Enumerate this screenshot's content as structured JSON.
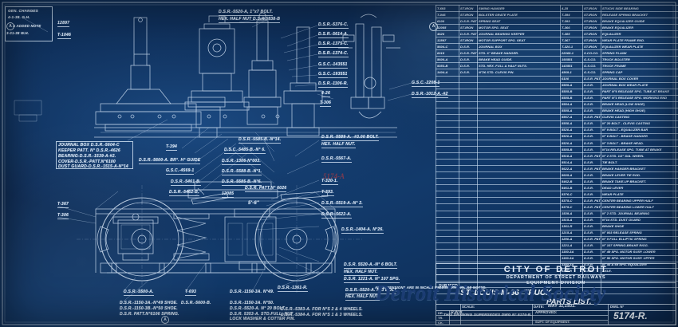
{
  "sheet": {
    "revision_block": [
      "GEN. CHANGES",
      "4-1-38. G.H.",
      "A ADDED NOTE",
      "3-31-38  W.H."
    ],
    "top_left_refs": [
      "12897",
      "T-1046"
    ],
    "circle_marks": [
      "A",
      "A",
      "A"
    ],
    "red_annotation": "5174-A",
    "watermark": "Detroit Historical Society"
  },
  "callouts": {
    "top_center": [
      "D.S.R.-5520-A, 1\"x7 BOLT.",
      "HEX. HALF NUT D.S.R.5538-B"
    ],
    "upper_right_column": [
      "D.S.R.-5376-C.",
      "D.S.R.-5614-A.",
      "D.S.R.-1375-C.",
      "D.S.R.-1374-C.",
      "G.S.C.-143551",
      "G.S.C.-193551",
      "D.S.R.-1106-R.",
      "4-26",
      "T-306"
    ],
    "right_of_view": [
      "G.S.C.-2208-1",
      "D.S.R.-1012-A.-#2"
    ],
    "journal_box_note": [
      "JOURNAL BOX  D.S.R.-5604-C",
      "KEEPER PATT. N° D.S.R.-4626",
      "BEARING-D.S.R.-1539-A-#2.",
      "COVER-D.S.R.-PATT.N°6100",
      "DUST GUARD-D.S.R.-1515-A-N°14"
    ],
    "left_labels": [
      "T-367",
      "T-306"
    ],
    "mid_labels": [
      "T-394"
    ],
    "mid_column_left": [
      "D.S.R.-5600-A. BR°. H° GUIDE",
      "G.S.C.-4569-1",
      "D.S.R.-5461-B.",
      "D.S.R.-5462-B."
    ],
    "mid_column_center": [
      "D.S.R.-5585-B.-N°14.",
      "D.S.C.-5485-B.-N° 6.",
      "D.S.R.-1306-N°003.",
      "D.S.R.-5588-B.-N°1.",
      "D.S.R.-5585-B.-N°6.",
      "D.S.R. PATT.N° 6026",
      "12085",
      "5'-6\""
    ],
    "right_column_mid": [
      "D.S.R.-5589-A. -#3.00 BOLT.",
      "HEX. HALF NUT.",
      "D.S.R.-5567-A.",
      "T-320-1.",
      "T-393.",
      "D.S.R.-5519-A.-N° 2.",
      "D.S.R.-5622-A.",
      "D.S.R.-1404-A. N°26."
    ],
    "lower_right": [
      "D.S.R. 5520-A.-N° 6 BOLT.",
      "HEX. HALF NUT.",
      "D.S.R. 1221-A. N° 107 SPG.",
      "D.S.R.-5520-A. N°3 BOLT.",
      "HEX. HALF NUT."
    ],
    "bottom_left": [
      "D.S.R.-5500-A.",
      "D.S.R.-1150-3A.-N°49 SHOE.",
      "D.S.R.-1150-3B.-N°50 SHOE.",
      "D.S.R. PATT.N°6106 SPRING."
    ],
    "bottom_center": [
      "T-693",
      "D.S.R.-5600-B."
    ],
    "bottom_right": [
      "D.S.R.-1150-3A. N°49.",
      "D.S.R.-1150-3A. N°50.",
      "D.S.R.-5520-A. N° 20 BOLT.",
      "D.S.R. 5353-A. STD.FULL. NUT",
      "LOCK WASHER & COTTER PIN."
    ],
    "bottom_far": [
      "D.S.R.-1361-R.",
      "D.S.R.-5383-A. FOR N°S 2 & 4 WHEELS.",
      "D.S.R.-5384-A. FOR N°S 1 & 3 WHEELS."
    ]
  },
  "parts_table": {
    "left_rows": [
      {
        "part": "T-693",
        "mat": "ST.IRON",
        "desc": "SWING HANGER"
      },
      {
        "part": "T-046",
        "mat": "ST.IRON",
        "desc": "BOLSTER GRATE PLATE"
      },
      {
        "part": "6100",
        "mat": "D.S.R. PATT. N°",
        "desc": "SPRING SEAT"
      },
      {
        "part": "12085",
        "mat": "ST.IRON",
        "desc": "MOTOR SPG. SEAT"
      },
      {
        "part": "4626",
        "mat": "D.S.R. PATT. N°",
        "desc": "JOURNAL BEARING KEEPER"
      },
      {
        "part": "12897",
        "mat": "ST.IRON",
        "desc": "MOTOR SUPPORT SPG. SEAT"
      },
      {
        "part": "5604-C",
        "mat": "D.S.R.",
        "desc": "JOURNAL BOX"
      },
      {
        "part": "6018",
        "mat": "D.S.R. PATT. N°",
        "desc": "STD. 6\" BRAKE HANGER."
      },
      {
        "part": "5600-A",
        "mat": "D.S.R.",
        "desc": "BRAKE HEAD GUIDE."
      },
      {
        "part": "5353-B",
        "mat": "D.S.R.",
        "desc": "STD. HEX. FULL & HALF NUTS."
      },
      {
        "part": "1404-A",
        "mat": "D.S.R.",
        "desc": "N°26 STD. CLEVIS PIN."
      },
      {
        "part": "",
        "mat": "",
        "desc": ""
      },
      {
        "part": "",
        "mat": "",
        "desc": ""
      },
      {
        "part": "",
        "mat": "",
        "desc": ""
      },
      {
        "part": "",
        "mat": "",
        "desc": ""
      },
      {
        "part": "",
        "mat": "",
        "desc": ""
      },
      {
        "part": "",
        "mat": "",
        "desc": ""
      },
      {
        "part": "",
        "mat": "",
        "desc": ""
      },
      {
        "part": "",
        "mat": "",
        "desc": ""
      },
      {
        "part": "",
        "mat": "",
        "desc": ""
      },
      {
        "part": "",
        "mat": "",
        "desc": ""
      },
      {
        "part": "",
        "mat": "",
        "desc": ""
      },
      {
        "part": "",
        "mat": "",
        "desc": ""
      },
      {
        "part": "",
        "mat": "",
        "desc": ""
      },
      {
        "part": "",
        "mat": "",
        "desc": ""
      },
      {
        "part": "",
        "mat": "",
        "desc": ""
      },
      {
        "part": "",
        "mat": "",
        "desc": ""
      },
      {
        "part": "",
        "mat": "",
        "desc": ""
      },
      {
        "part": "",
        "mat": "",
        "desc": ""
      },
      {
        "part": "",
        "mat": "",
        "desc": ""
      },
      {
        "part": "",
        "mat": "",
        "desc": ""
      },
      {
        "part": "",
        "mat": "",
        "desc": ""
      },
      {
        "part": "",
        "mat": "",
        "desc": ""
      },
      {
        "part": "",
        "mat": "",
        "desc": ""
      },
      {
        "part": "",
        "mat": "",
        "desc": ""
      },
      {
        "part": "",
        "mat": "",
        "desc": ""
      },
      {
        "part": "",
        "mat": "",
        "desc": ""
      },
      {
        "part": "",
        "mat": "",
        "desc": ""
      },
      {
        "part": "",
        "mat": "",
        "desc": ""
      },
      {
        "part": "",
        "mat": "",
        "desc": ""
      },
      {
        "part": "",
        "mat": "",
        "desc": ""
      },
      {
        "part": "",
        "mat": "",
        "desc": ""
      },
      {
        "part": "",
        "mat": "",
        "desc": ""
      },
      {
        "part": "",
        "mat": "",
        "desc": ""
      },
      {
        "part": "",
        "mat": "",
        "desc": ""
      }
    ],
    "right_rows": [
      {
        "part": "4-25",
        "mat": "ST.IRON",
        "desc": "STUCKI SIDE BEARING"
      },
      {
        "part": "T-394",
        "mat": "ST.IRON",
        "desc": "RELEASE SPRING BRACKET"
      },
      {
        "part": "T-393",
        "mat": "ST.IRON",
        "desc": "BRAKE EQUALIZER GUIDE"
      },
      {
        "part": "T-366",
        "mat": "ST.IRON",
        "desc": "BRAKE EQUALIZER"
      },
      {
        "part": "T-385",
        "mat": "ST.IRON",
        "desc": "EQUALIZER"
      },
      {
        "part": "T-367",
        "mat": "ST.IRON",
        "desc": "WEAR PLATE FRAME END."
      },
      {
        "part": "T-320-1",
        "mat": "ST.IRON",
        "desc": "EQUALIZER WEAR PLATE"
      },
      {
        "part": "22068-1",
        "mat": "S.CO.CO.",
        "desc": "SPRING PLANK"
      },
      {
        "part": "193551",
        "mat": "G.S.CO.",
        "desc": "TRUCK BOLSTER"
      },
      {
        "part": "143551",
        "mat": "G.S.CO.",
        "desc": "TRUCK FRAME"
      },
      {
        "part": "4569-1",
        "mat": "G.S.CO.",
        "desc": "SPRING CAP"
      },
      {
        "part": "6100",
        "mat": "D.S.R. PATT. N°",
        "desc": "JOURNAL BOX COVER"
      },
      {
        "part": "5589-A",
        "mat": "D.S.R.",
        "desc": "JOURNAL BOX WEAR PLATE"
      },
      {
        "part": "5585-B",
        "mat": "D.S.R.",
        "desc": "PART N°6 RELEASE SPG. TUBE AT BRAKE"
      },
      {
        "part": "5585-B",
        "mat": "D.S.R.",
        "desc": "PART N°1 RELEASE SPG. WORKING END"
      },
      {
        "part": "5584-A",
        "mat": "D.S.R.",
        "desc": "BRAKE HEAD (LOW SHOE)"
      },
      {
        "part": "5585-A",
        "mat": "D.S.R.",
        "desc": "BRAKE HEAD (HIGH SHOE)"
      },
      {
        "part": "5567-A",
        "mat": "D.S.R. PATT. N°",
        "desc": "CLEVIS CASTING"
      },
      {
        "part": "5558-A",
        "mat": "D.S.R.",
        "desc": "N° 20 BOLT - CLEVIS CASTING"
      },
      {
        "part": "5520-A",
        "mat": "D.S.R.",
        "desc": "N° 9 BOLT - EQUALIZER BAR"
      },
      {
        "part": "5520-A",
        "mat": "D.S.R.",
        "desc": "N° 6 BOLT - BRAKE HANGER"
      },
      {
        "part": "5520-A",
        "mat": "D.S.R.",
        "desc": "N° 3 BOLT - BRAKE HEAD."
      },
      {
        "part": "5585-B",
        "mat": "D.S.R.",
        "desc": "N°14 RELEASE SPG. TUBE AT BRAKE"
      },
      {
        "part": "5518-A",
        "mat": "D.S.R. PATT. N°",
        "desc": "N° 2 STD. 1/2\" DIA. WHEEL"
      },
      {
        "part": "5514-A",
        "mat": "D.S.R.",
        "desc": "TIE BOLT."
      },
      {
        "part": "5622-A",
        "mat": "D.S.R. PATT. N°",
        "desc": "BRAKE HANGER BRACKET"
      },
      {
        "part": "5605-A",
        "mat": "D.S.R.",
        "desc": "BRAKE LEVER TIE ROD."
      },
      {
        "part": "5462-B",
        "mat": "D.S.R.",
        "desc": "BRAKE TAKE-UP BRACKET."
      },
      {
        "part": "5461-B",
        "mat": "D.S.R.",
        "desc": "DEAD LEVER"
      },
      {
        "part": "5376-C",
        "mat": "D.S.R.",
        "desc": "WEAR PLATE"
      },
      {
        "part": "5375-C",
        "mat": "D.S.R. PATT. N°",
        "desc": "CENTER BEARING UPPER HALF"
      },
      {
        "part": "5375-C",
        "mat": "D.S.R. PATT. N°",
        "desc": "CENTER BEARING LOWER HALF"
      },
      {
        "part": "1539-A",
        "mat": "D.S.R.",
        "desc": "N° 2 STD. JOURNAL BEARING"
      },
      {
        "part": "1515-A",
        "mat": "D.S.R.",
        "desc": "N°14 STD. DUST GUARD"
      },
      {
        "part": "1361-R",
        "mat": "D.S.R.",
        "desc": "BRAKE SHOE"
      },
      {
        "part": "1215-A",
        "mat": "D.S.R.",
        "desc": "N° 003 RELEASE SPRING"
      },
      {
        "part": "1250-A",
        "mat": "D.S.R. PATT. N°",
        "desc": "N° 5 FULL ELLIPTIC SPRING"
      },
      {
        "part": "1221-A",
        "mat": "D.S.R.",
        "desc": "N° 107 SPRING-BRAKE RIGG."
      },
      {
        "part": "1150-3A",
        "mat": "D.S.R.",
        "desc": "N° 49 SPG. MOTOR SUSP. LOWER"
      },
      {
        "part": "1150-3A",
        "mat": "D.S.R.",
        "desc": "N° 50 SPG. MOTOR SUSP. UPPER"
      },
      {
        "part": "1150-3A",
        "mat": "D.S.R.",
        "desc": "N° 48 & 69 SPG. EQUALIZER"
      },
      {
        "part": "1106-R",
        "mat": "D.S.R.",
        "desc": "AXLE."
      },
      {
        "part": "",
        "mat": "",
        "desc": ""
      },
      {
        "part": "",
        "mat": "",
        "desc": ""
      },
      {
        "part": "",
        "mat": "",
        "desc": ""
      }
    ]
  },
  "title_block": {
    "city": "CITY OF DETROIT",
    "department": "DEPARTMENT OF  STREET  RAILWAYS",
    "division": "EQUIPMENT  DIVISION",
    "subject_label": "SUBJECT:",
    "subject_line1": "ST. LOUIS M-66. TRUCK",
    "subject_line2": "PARTS LIST.",
    "scale_label": "SCALE:",
    "scale_value": "",
    "date_label": "DATE:",
    "date_value": "MAY 11,1931.",
    "drawn_label": "DR.",
    "drawn_value": "R.W.H.",
    "traced_label": "TR.",
    "checked_label": "CK.",
    "approved_label": "APPROVED:",
    "approved_sub": "SUPT. OF EQUIPMENT.",
    "dwg_label": "DWG. N°",
    "dwg_value": "5174-R.",
    "note_left": "ALL DIMENSIONS ARE IN INCHES UNLESS OTHERWISE NOTED.",
    "note_supersedes": "THIS DRAWING SUPERSEDES  DWG N° 5174-B."
  }
}
